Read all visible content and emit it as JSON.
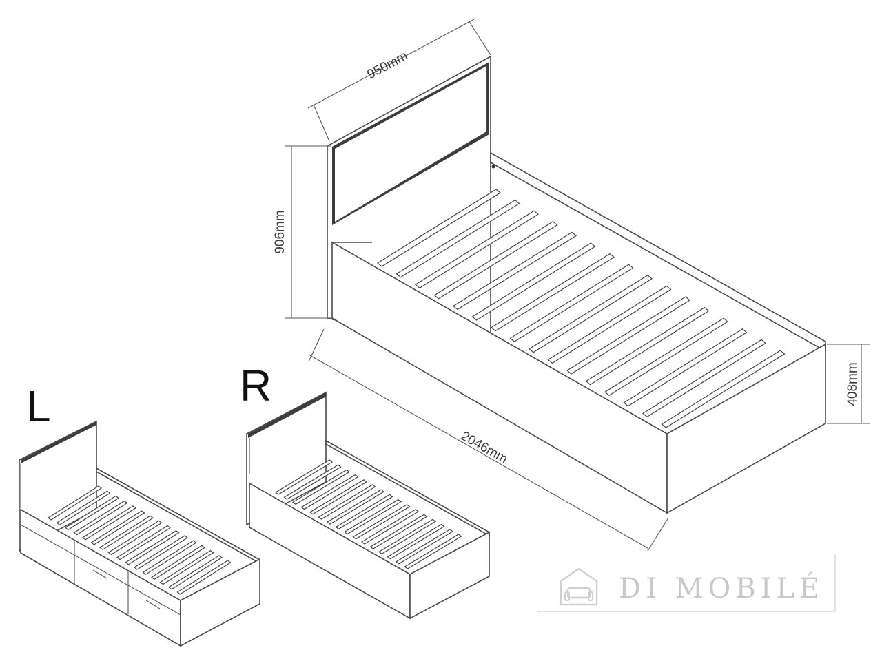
{
  "dimensions": {
    "width": "950mm",
    "headboard_height": "906mm",
    "bed_height": "408mm",
    "length": "2046mm"
  },
  "variants": {
    "left": "L",
    "right": "R"
  },
  "watermark": {
    "text": "DI MOBILÉ",
    "icon": "sofa-icon"
  }
}
